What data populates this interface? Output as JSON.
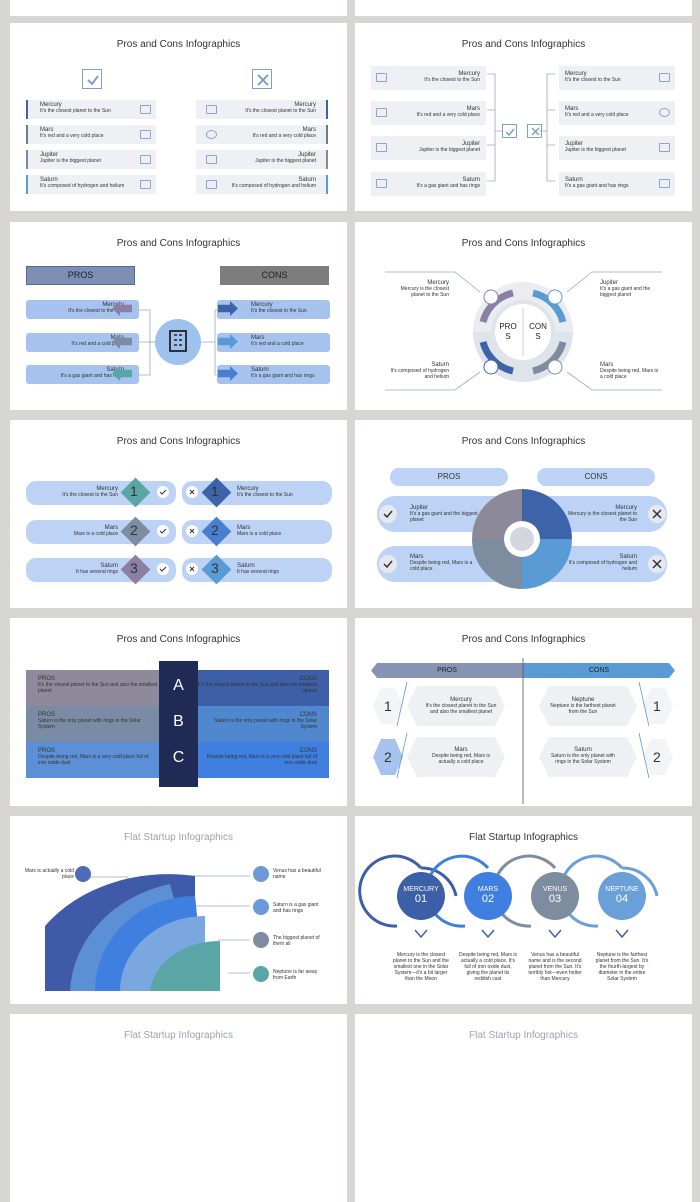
{
  "slides": {
    "s1": {
      "title": "Pros and Cons Infographics",
      "left": [
        {
          "name": "Mercury",
          "desc": "It's the closest planet to the Sun"
        },
        {
          "name": "Mars",
          "desc": "It's red and a very cold place"
        },
        {
          "name": "Jupiter",
          "desc": "Jupiter is the biggest planet"
        },
        {
          "name": "Saturn",
          "desc": "It's composed of hydrogen and helium"
        }
      ],
      "right": [
        {
          "name": "Mercury",
          "desc": "It's the closest planet to the Sun"
        },
        {
          "name": "Mars",
          "desc": "It's red and a very cold place"
        },
        {
          "name": "Jupiter",
          "desc": "Jupiter is the biggest planet"
        },
        {
          "name": "Saturn",
          "desc": "It's composed of hydrogen and helium"
        }
      ]
    },
    "s2": {
      "title": "Pros and Cons Infographics",
      "left": [
        {
          "name": "Mercury",
          "desc": "It's the closest to the Sun"
        },
        {
          "name": "Mars",
          "desc": "It's red and a very cold place"
        },
        {
          "name": "Jupiter",
          "desc": "Jupiter is the biggest planet"
        },
        {
          "name": "Saturn",
          "desc": "It's a gas giant and has rings"
        }
      ],
      "right": [
        {
          "name": "Mercury",
          "desc": "It's the closest to the Sun"
        },
        {
          "name": "Mars",
          "desc": "It's red and a very cold place"
        },
        {
          "name": "Jupiter",
          "desc": "Jupiter is the biggest planet"
        },
        {
          "name": "Saturn",
          "desc": "It's a gas giant and has rings"
        }
      ]
    },
    "s3": {
      "title": "Pros and Cons Infographics",
      "pros": "PROS",
      "cons": "CONS",
      "left": [
        {
          "name": "Mercury",
          "desc": "It's the closest to the Sun"
        },
        {
          "name": "Mars",
          "desc": "It's red and a cold place"
        },
        {
          "name": "Saturn",
          "desc": "It's a gas giant and has rings"
        }
      ],
      "right": [
        {
          "name": "Mercury",
          "desc": "It's the closest to the Sun"
        },
        {
          "name": "Mars",
          "desc": "It's red and a cold place"
        },
        {
          "name": "Saturn",
          "desc": "It's a gas giant and has rings"
        }
      ]
    },
    "s4": {
      "title": "Pros and Cons Infographics",
      "center_left": "PRO S",
      "center_right": "CON S",
      "items": [
        {
          "name": "Mercury",
          "desc": "Mercury is the closest planet to the Sun"
        },
        {
          "name": "Jupiter",
          "desc": "It's a gas giant and the biggest planet"
        },
        {
          "name": "Saturn",
          "desc": "It's composed of hydrogen and helium"
        },
        {
          "name": "Mars",
          "desc": "Despite being red, Mars is a cold place"
        }
      ]
    },
    "s5": {
      "title": "Pros and Cons Infographics",
      "left": [
        {
          "name": "Mercury",
          "desc": "It's the closest to the Sun",
          "n": "1"
        },
        {
          "name": "Mars",
          "desc": "Mars is a cold place",
          "n": "2"
        },
        {
          "name": "Saturn",
          "desc": "It has several rings",
          "n": "3"
        }
      ],
      "right": [
        {
          "name": "Mercury",
          "desc": "It's the closest to the Sun",
          "n": "1"
        },
        {
          "name": "Mars",
          "desc": "Mars is a cold place",
          "n": "2"
        },
        {
          "name": "Saturn",
          "desc": "It has several rings",
          "n": "3"
        }
      ]
    },
    "s6": {
      "title": "Pros and Cons Infographics",
      "pros": "PROS",
      "cons": "CONS",
      "items": [
        {
          "name": "Jupiter",
          "desc": "It's a gas giant and the biggest planet"
        },
        {
          "name": "Mercury",
          "desc": "Mercury is the closest planet to the Sun"
        },
        {
          "name": "Mars",
          "desc": "Despite being red, Mars is a cold place"
        },
        {
          "name": "Saturn",
          "desc": "It's composed of hydrogen and helium"
        }
      ]
    },
    "s7": {
      "title": "Pros and Cons Infographics",
      "letters": [
        "A",
        "B",
        "C"
      ],
      "pros": [
        {
          "label": "PROS",
          "desc": "It's the closest planet to the Sun and also the smallest planet"
        },
        {
          "label": "PROS",
          "desc": "Saturn is the only planet with rings in the Solar System"
        },
        {
          "label": "PROS",
          "desc": "Despite being red, Mars is a very cold place full of iron oxide dust"
        }
      ],
      "cons": [
        {
          "label": "CONS",
          "desc": "It's the closest planet to the Sun and also the smallest planet"
        },
        {
          "label": "CONS",
          "desc": "Saturn is the only planet with rings in the Solar System"
        },
        {
          "label": "CONS",
          "desc": "Despite being red, Mars is a very cold place full of iron oxide dust"
        }
      ]
    },
    "s8": {
      "title": "Pros and Cons Infographics",
      "pros": "PROS",
      "cons": "CONS",
      "left": [
        {
          "n": "1",
          "name": "Mercury",
          "desc": "It's the closest planet to the Sun and also the smallest planet"
        },
        {
          "n": "2",
          "name": "Mars",
          "desc": "Despite being red, Mars is actually a cold place"
        }
      ],
      "right": [
        {
          "n": "1",
          "name": "Neptune",
          "desc": "Neptune is the farthest planet from the Sun"
        },
        {
          "n": "2",
          "name": "Saturn",
          "desc": "Saturn is the only planet with rings in the Solar System"
        }
      ]
    },
    "s9": {
      "title": "Flat Startup Infographics",
      "mars": "Mars is actually a cold place",
      "items": [
        "Venus has a beautiful name",
        "Saturn is a gas giant and has rings",
        "The biggest planet of them all",
        "Neptune is far away from Earth"
      ]
    },
    "s10": {
      "title": "Flat Startup Infographics",
      "circles": [
        {
          "name": "MERCURY",
          "n": "01",
          "desc": "Mercury is the closest planet to the Sun and the smallest one in the Solar System—it's a bit larger than the Moon"
        },
        {
          "name": "MARS",
          "n": "02",
          "desc": "Despite being red, Mars is actually a cold place. It's full of iron oxide dust, giving the planet its reddish cast"
        },
        {
          "name": "VENUS",
          "n": "03",
          "desc": "Venus has a beautiful name and is the second planet from the Sun. It's terribly hot—even hotter than Mercury"
        },
        {
          "name": "NEPTUNE",
          "n": "04",
          "desc": "Neptune is the farthest planet from the Sun. It's the fourth-largest by diameter in the entire Solar System"
        }
      ]
    },
    "s11": {
      "title": "Flat Startup Infographics"
    },
    "s12": {
      "title": "Flat Startup Infographics"
    }
  }
}
